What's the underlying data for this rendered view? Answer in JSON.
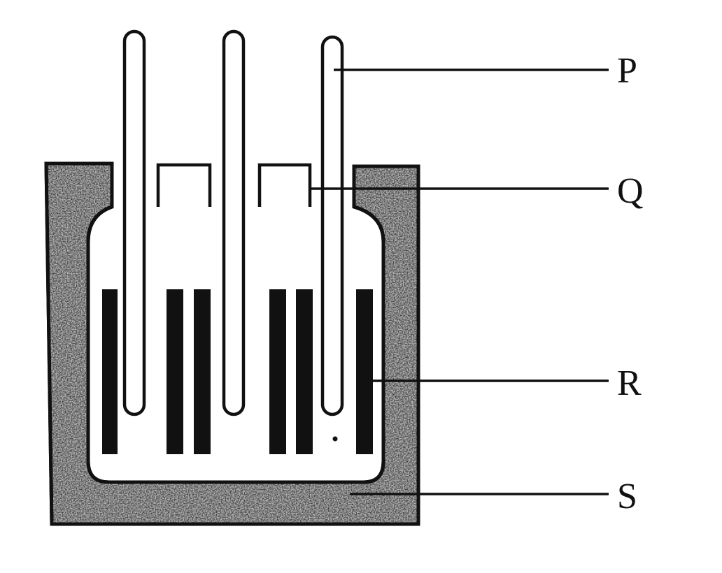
{
  "labels": {
    "p": "P",
    "q": "Q",
    "r": "R",
    "s": "S"
  },
  "colors": {
    "ink": "#111111",
    "insulation_fill": "#9a9a9a",
    "background": "#ffffff"
  }
}
